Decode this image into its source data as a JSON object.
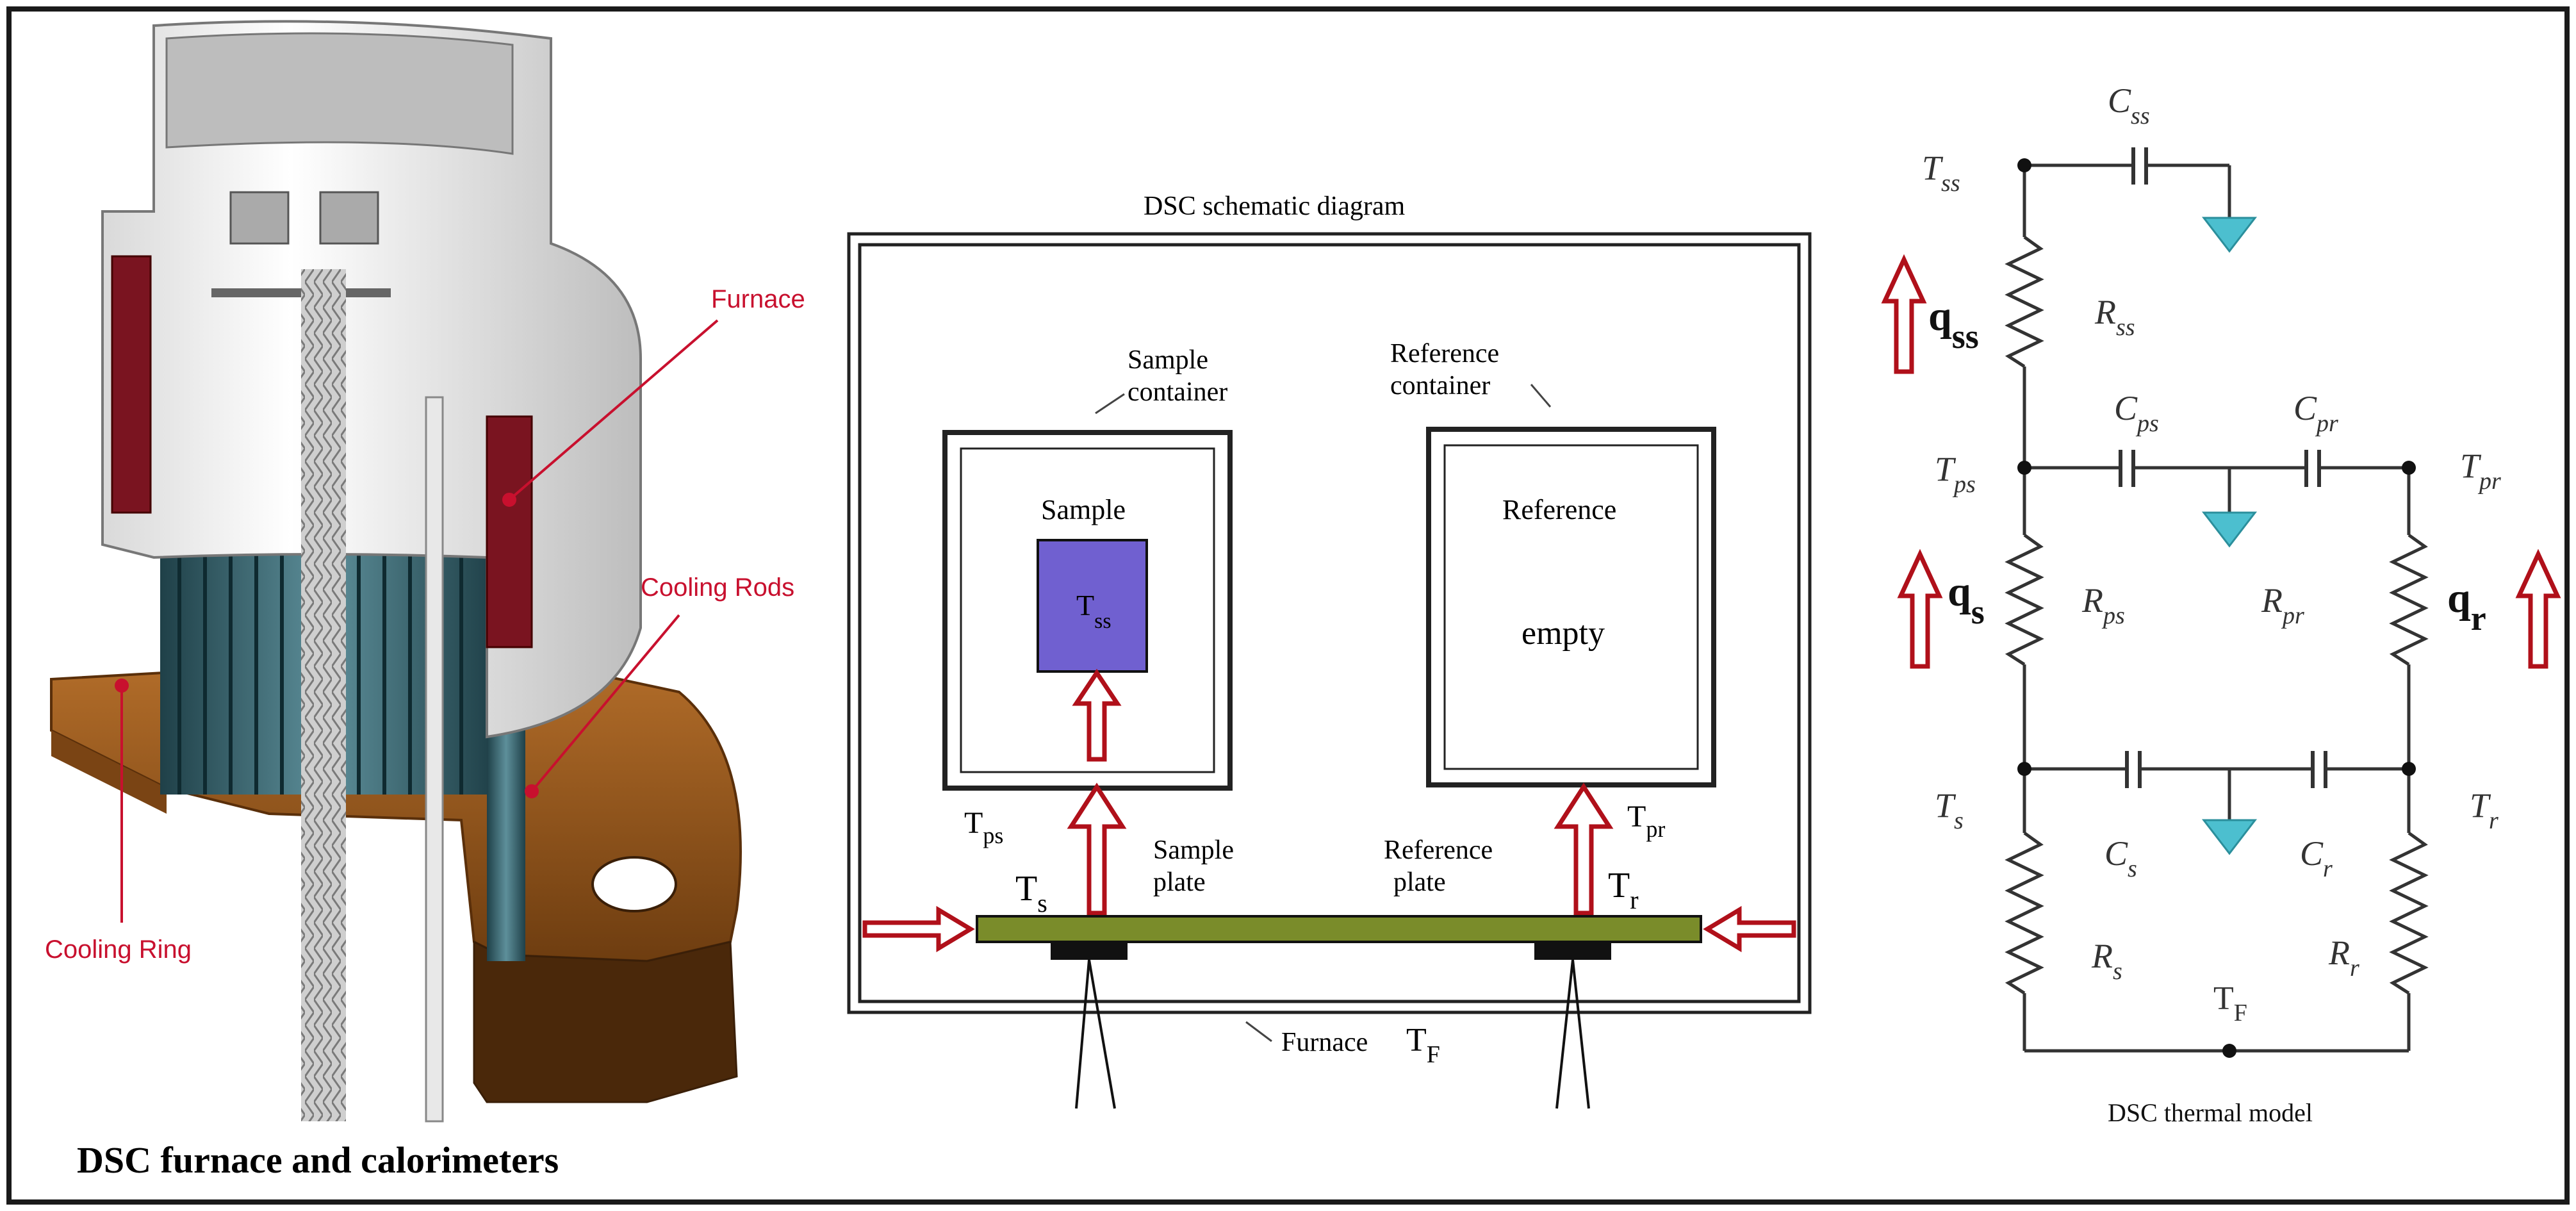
{
  "colors": {
    "frame": "#1a1a1a",
    "callout_red": "#c8102e",
    "arrow_red": "#b0101a",
    "plate_green": "#7a8c2a",
    "sample_blue": "#7060d0",
    "capacitor_ground": "#4cbfcf",
    "furnace_white": "#f2f2f2",
    "ring_brown": "#9a5a1c",
    "rod_teal": "#2f5f6a"
  },
  "furnace_panel": {
    "caption": "DSC furnace and calorimeters",
    "callouts": {
      "furnace": "Furnace",
      "cooling_rods": "Cooling Rods",
      "cooling_ring": "Cooling Ring"
    }
  },
  "schematic_panel": {
    "title": "DSC schematic diagram",
    "sample_container_label": [
      "Sample",
      "container"
    ],
    "reference_container_label": [
      "Reference",
      "container"
    ],
    "sample_label": "Sample",
    "sample_temp": {
      "base": "T",
      "sub": "ss"
    },
    "reference_label": "Reference",
    "reference_content": "empty",
    "t_ps": {
      "base": "T",
      "sub": "ps"
    },
    "t_pr": {
      "base": "T",
      "sub": "pr"
    },
    "t_s": {
      "base": "T",
      "sub": "s"
    },
    "t_r": {
      "base": "T",
      "sub": "r"
    },
    "sample_plate_label": [
      "Sample",
      "plate"
    ],
    "reference_plate_label": [
      "Reference",
      "plate"
    ],
    "furnace_label": "Furnace",
    "t_f": {
      "base": "T",
      "sub": "F"
    }
  },
  "thermal_model_panel": {
    "caption": "DSC thermal model",
    "nodes": {
      "t_ss": {
        "base": "T",
        "sub": "ss"
      },
      "t_ps": {
        "base": "T",
        "sub": "ps"
      },
      "t_pr": {
        "base": "T",
        "sub": "pr"
      },
      "t_s": {
        "base": "T",
        "sub": "s"
      },
      "t_r": {
        "base": "T",
        "sub": "r"
      },
      "t_f": {
        "base": "T",
        "sub": "F"
      }
    },
    "capacitors": {
      "c_ss": {
        "base": "C",
        "sub": "ss"
      },
      "c_ps": {
        "base": "C",
        "sub": "ps"
      },
      "c_pr": {
        "base": "C",
        "sub": "pr"
      },
      "c_s": {
        "base": "C",
        "sub": "s"
      },
      "c_r": {
        "base": "C",
        "sub": "r"
      }
    },
    "resistors": {
      "r_ss": {
        "base": "R",
        "sub": "ss"
      },
      "r_ps": {
        "base": "R",
        "sub": "ps"
      },
      "r_pr": {
        "base": "R",
        "sub": "pr"
      },
      "r_s": {
        "base": "R",
        "sub": "s"
      },
      "r_r": {
        "base": "R",
        "sub": "r"
      }
    },
    "heat_flows": {
      "q_ss": {
        "base": "q",
        "sub": "ss"
      },
      "q_s": {
        "base": "q",
        "sub": "s"
      },
      "q_r": {
        "base": "q",
        "sub": "r"
      }
    }
  }
}
